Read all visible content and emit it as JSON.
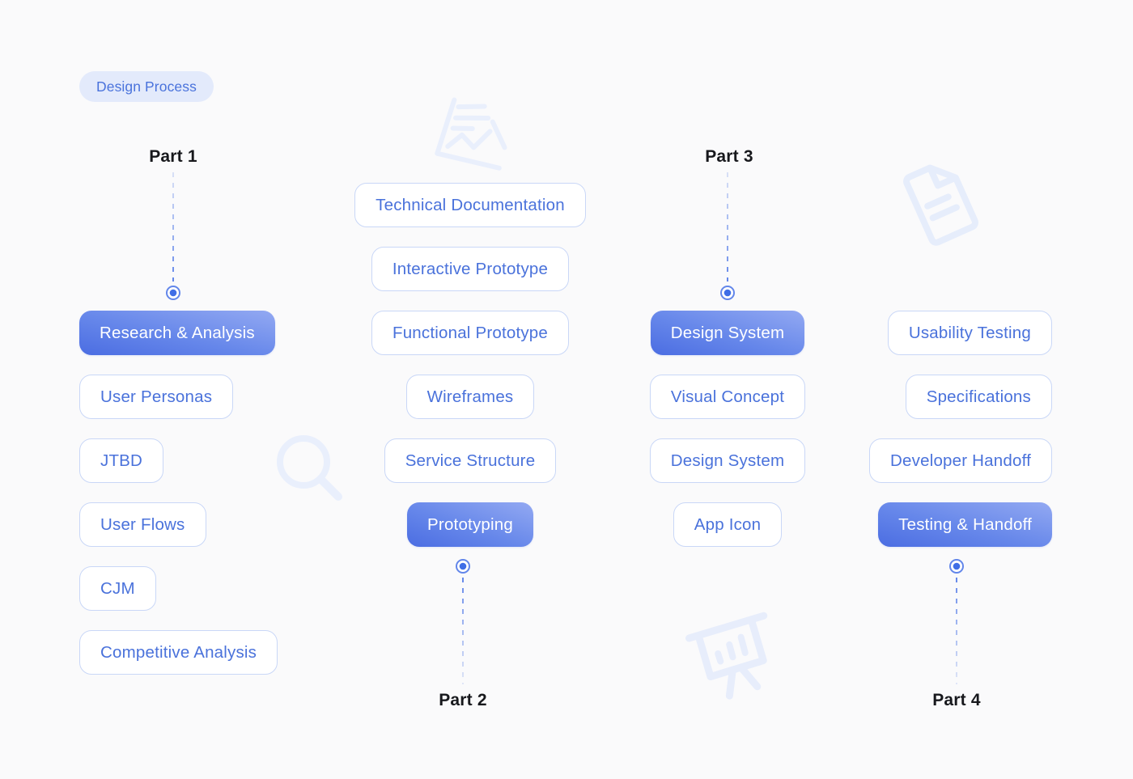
{
  "badge": {
    "label": "Design Process"
  },
  "columns": [
    {
      "part_label": "Part 1",
      "part_position": "top",
      "items": [
        {
          "label": "Research & Analysis",
          "filled": true
        },
        {
          "label": "User Personas",
          "filled": false
        },
        {
          "label": "JTBD",
          "filled": false
        },
        {
          "label": "User Flows",
          "filled": false
        },
        {
          "label": "CJM",
          "filled": false
        },
        {
          "label": "Competitive Analysis",
          "filled": false
        }
      ]
    },
    {
      "part_label": "Part 2",
      "part_position": "bottom",
      "items": [
        {
          "label": "Technical Documentation",
          "filled": false
        },
        {
          "label": "Interactive Prototype",
          "filled": false
        },
        {
          "label": "Functional Prototype",
          "filled": false
        },
        {
          "label": "Wireframes",
          "filled": false
        },
        {
          "label": "Service Structure",
          "filled": false
        },
        {
          "label": "Prototyping",
          "filled": true
        }
      ]
    },
    {
      "part_label": "Part 3",
      "part_position": "top",
      "items": [
        {
          "label": "Design System",
          "filled": true
        },
        {
          "label": "Visual Concept",
          "filled": false
        },
        {
          "label": "Design System",
          "filled": false
        },
        {
          "label": "App Icon",
          "filled": false
        }
      ]
    },
    {
      "part_label": "Part 4",
      "part_position": "bottom",
      "items": [
        {
          "label": "Usability Testing",
          "filled": false
        },
        {
          "label": "Specifications",
          "filled": false
        },
        {
          "label": "Developer Handoff",
          "filled": false
        },
        {
          "label": "Testing & Handoff",
          "filled": true
        }
      ]
    }
  ],
  "icons": {
    "top_middle": "sketch-document-icon",
    "middle_left": "search-icon",
    "top_right": "document-icon",
    "bottom_middle": "presentation-chart-icon"
  },
  "colors": {
    "background": "#fafafb",
    "accent_text": "#4a72db",
    "pill_border": "#c9d7f7",
    "badge_bg": "#e3eafb",
    "filled_gradient_start": "#4b6de2",
    "filled_gradient_end": "#93a9f2",
    "dash_line": "#7d9bea",
    "node_ring": "#6286ea",
    "node_dot": "#3f6ee6",
    "deco_icon": "#e9effc",
    "part_text": "#17181c"
  }
}
